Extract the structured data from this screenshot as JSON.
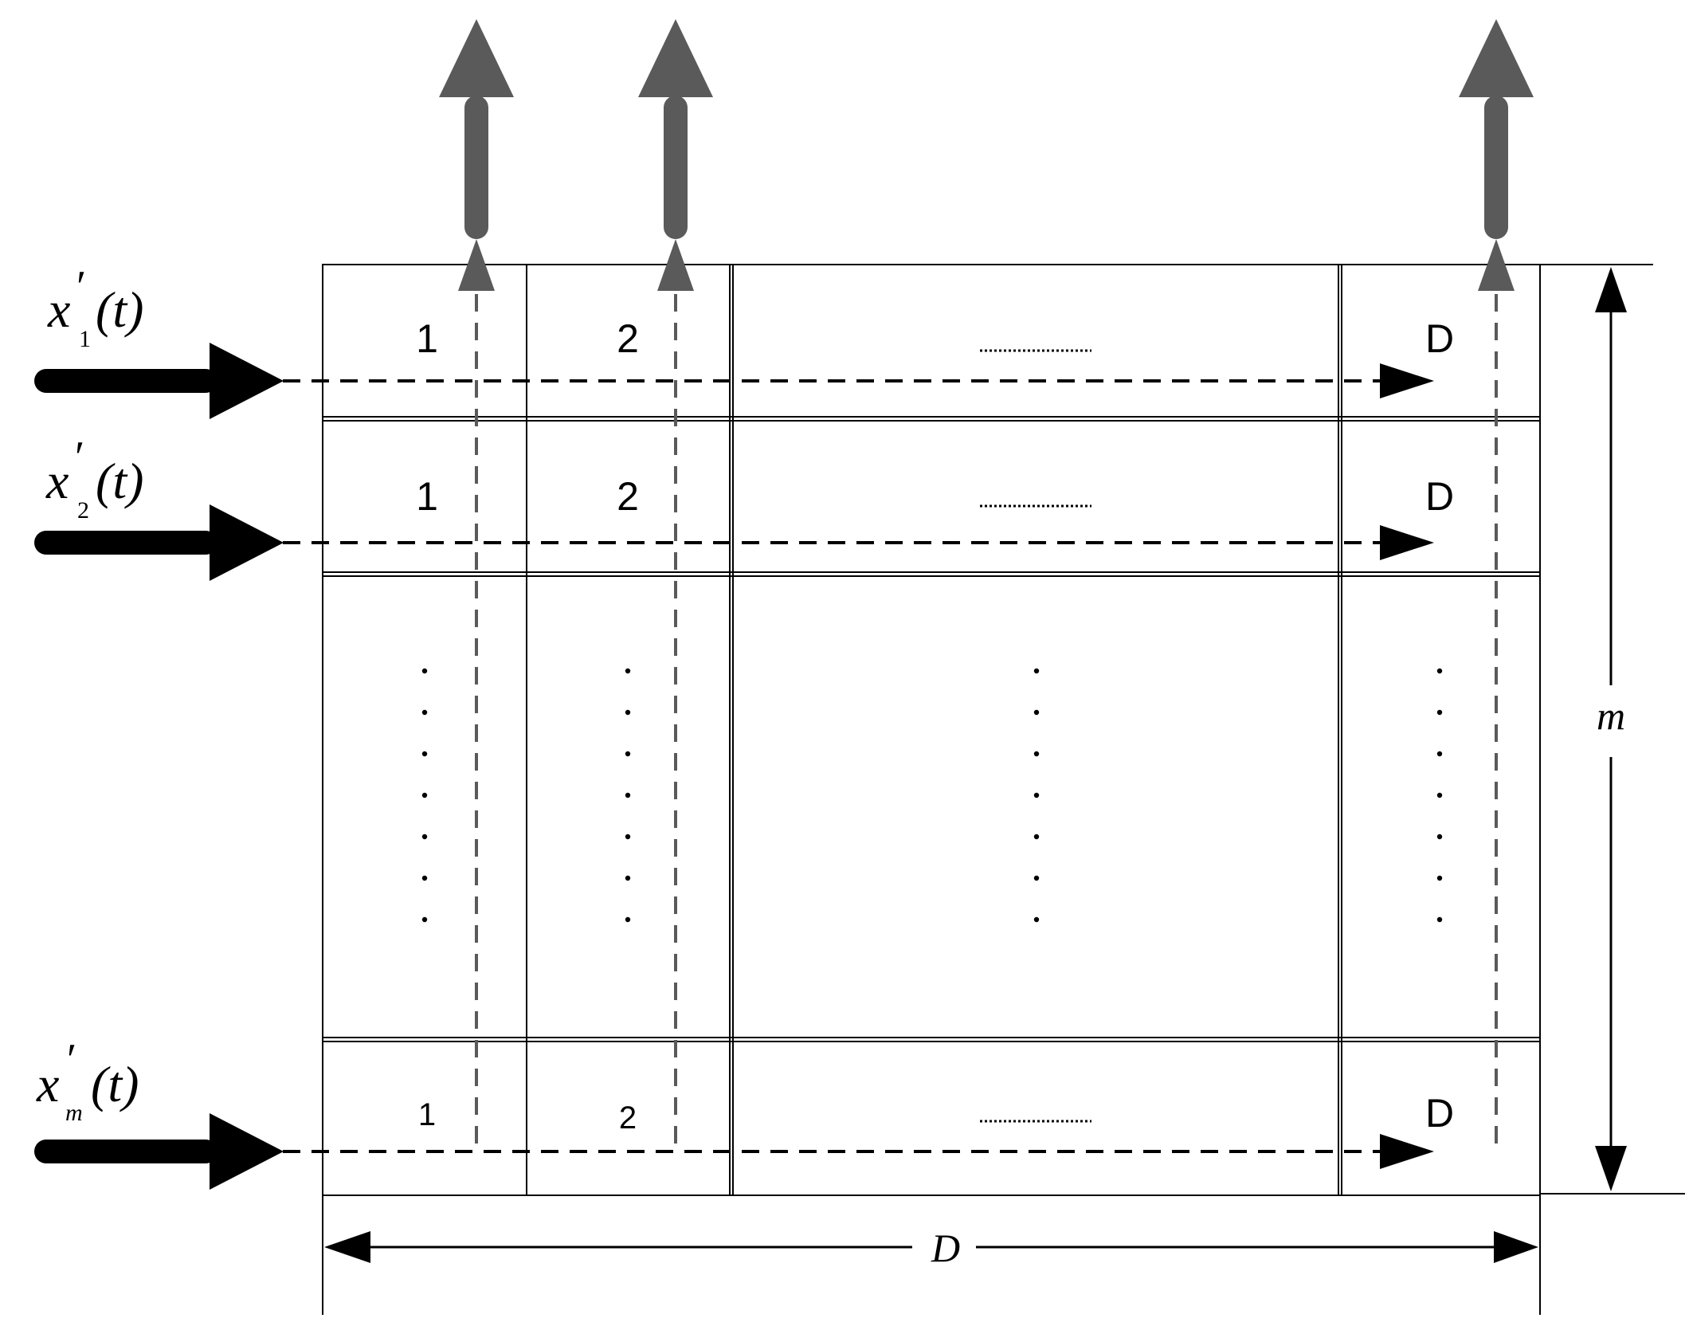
{
  "colors": {
    "line": "#000000",
    "output_arrow": "#5a5a5a",
    "background": "#ffffff"
  },
  "inputs": [
    {
      "var": "x",
      "prime": "′",
      "subscript": "1",
      "arg": "(t)"
    },
    {
      "var": "x",
      "prime": "′",
      "subscript": "2",
      "arg": "(t)"
    },
    {
      "var": "x",
      "prime": "′",
      "subscript": "m",
      "arg": "(t)"
    }
  ],
  "rows": [
    {
      "cells": [
        "1",
        "2",
        "D"
      ]
    },
    {
      "cells": [
        "1",
        "2",
        "D"
      ]
    },
    {
      "cells": [
        "1",
        "2",
        "D"
      ]
    }
  ],
  "dimensions": {
    "height_label": "m",
    "width_label": "D"
  }
}
